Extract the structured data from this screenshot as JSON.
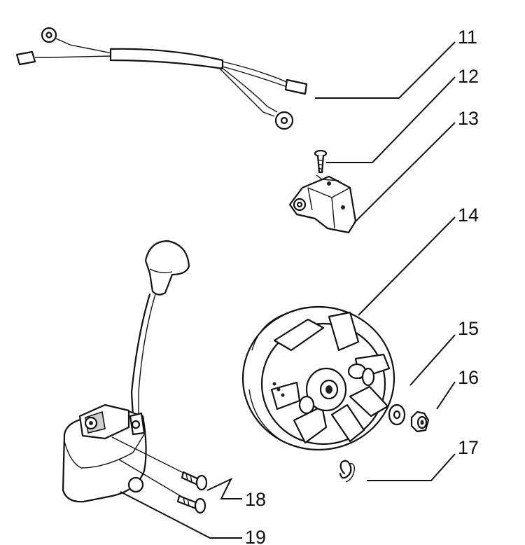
{
  "diagram": {
    "labels": [
      {
        "id": "11",
        "text": "11"
      },
      {
        "id": "12",
        "text": "12"
      },
      {
        "id": "13",
        "text": "13"
      },
      {
        "id": "14",
        "text": "14"
      },
      {
        "id": "15",
        "text": "15"
      },
      {
        "id": "16",
        "text": "16"
      },
      {
        "id": "17",
        "text": "17"
      },
      {
        "id": "18",
        "text": "18"
      },
      {
        "id": "19",
        "text": "19"
      }
    ]
  }
}
